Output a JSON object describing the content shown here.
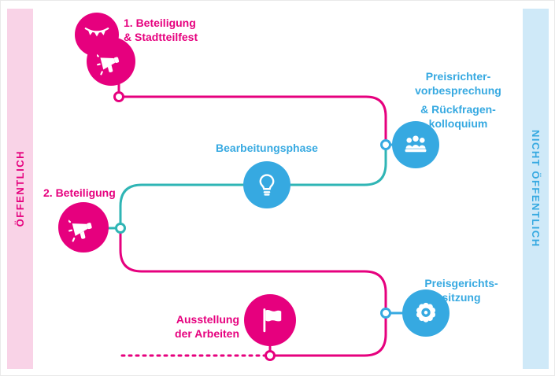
{
  "colors": {
    "pink": "#e6007e",
    "blue": "#36a9e1",
    "teal": "#2fb5b5",
    "pink_band": "#f9d3e7",
    "blue_band": "#cfe9f8"
  },
  "bands": {
    "left": "ÖFFENTLICH",
    "right": "NICHT ÖFFENTLICH"
  },
  "steps": {
    "participation1": {
      "lines": [
        "1. Beteiligung",
        "& Stadtteilfest"
      ],
      "icons": [
        "bunting-icon",
        "megaphone-icon"
      ]
    },
    "jury_briefing": {
      "lines": [
        "Preisrichter-",
        "vorbesprechung",
        "& Rückfragen-",
        "kolloquium"
      ],
      "icon": "audience-icon"
    },
    "working_phase": {
      "label": "Bearbeitungsphase",
      "icon": "lightbulb-icon"
    },
    "participation2": {
      "label": "2. Beteiligung",
      "icon": "megaphone-icon"
    },
    "jury_session": {
      "lines": [
        "Preisgerichts-",
        "sitzung"
      ],
      "icon": "award-icon"
    },
    "exhibition": {
      "lines": [
        "Ausstellung",
        "der Arbeiten"
      ],
      "icon": "flag-icon"
    }
  }
}
